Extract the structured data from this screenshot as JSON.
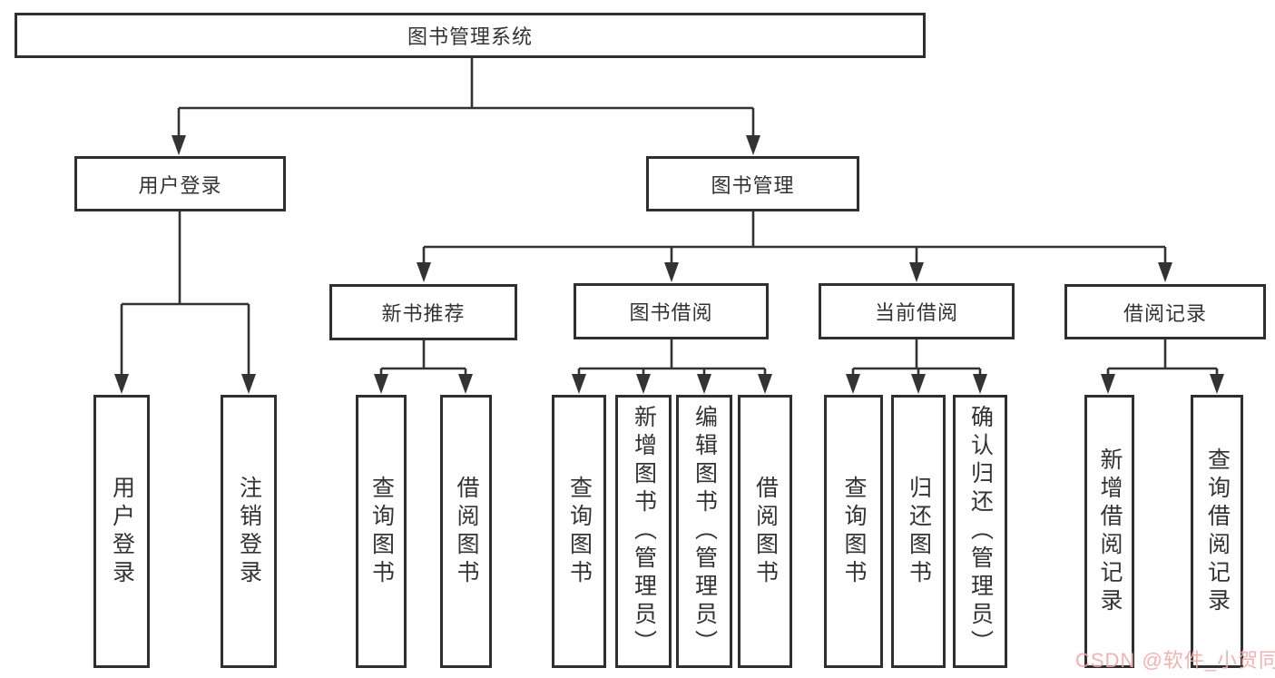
{
  "tree": {
    "label": "图书管理系统",
    "children": [
      {
        "label": "用户登录",
        "children": [
          {
            "label": "用户登录"
          },
          {
            "label": "注销登录"
          }
        ]
      },
      {
        "label": "图书管理",
        "children": [
          {
            "label": "新书推荐",
            "children": [
              {
                "label": "查询图书"
              },
              {
                "label": "借阅图书"
              }
            ]
          },
          {
            "label": "图书借阅",
            "children": [
              {
                "label": "查询图书"
              },
              {
                "label": "新增图书（管理员）"
              },
              {
                "label": "编辑图书（管理员）"
              },
              {
                "label": "借阅图书"
              }
            ]
          },
          {
            "label": "当前借阅",
            "children": [
              {
                "label": "查询图书"
              },
              {
                "label": "归还图书"
              },
              {
                "label": "确认归还（管理员）"
              }
            ]
          },
          {
            "label": "借阅记录",
            "children": [
              {
                "label": "新增借阅记录"
              },
              {
                "label": "查询借阅记录"
              }
            ]
          }
        ]
      }
    ]
  },
  "watermark": {
    "text": "CSDN @软件_小贺同学",
    "color": "rgba(242,170,170,0.9)"
  },
  "colors": {
    "line": "#333333",
    "border": "#2f2f2f",
    "text": "#333333",
    "background": "#ffffff"
  }
}
